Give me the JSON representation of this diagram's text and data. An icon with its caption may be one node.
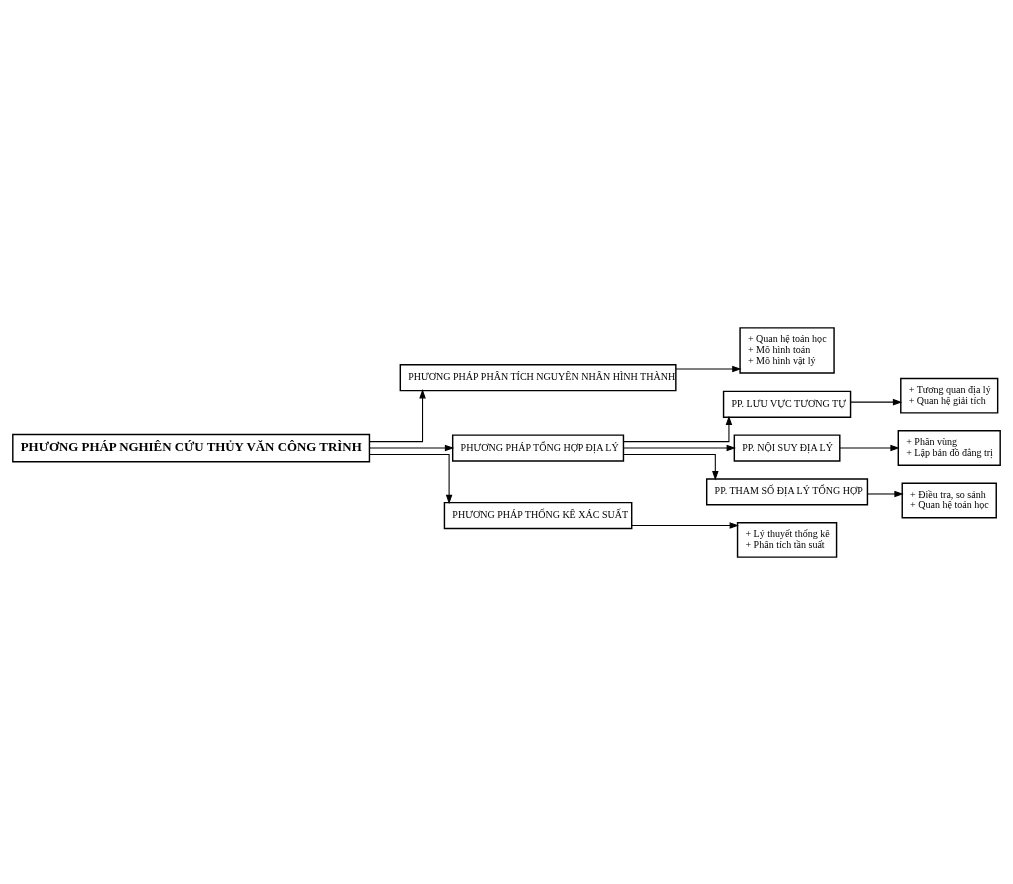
{
  "diagram": {
    "nodes": [
      {
        "text": [
          "PHƯƠNG PHÁP NGHIÊN CỨU THỦY VĂN CÔNG TRÌNH"
        ]
      },
      {
        "text": [
          "PHƯƠNG PHÁP PHÂN TÍCH NGUYÊN NHÂN HÌNH THÀNH"
        ]
      },
      {
        "text": [
          "+ Quan hệ toán học",
          "+ Mô hình toán",
          "+ Mô hình vật lý"
        ]
      },
      {
        "text": [
          "PHƯƠNG PHÁP TỔNG HỢP ĐỊA LÝ"
        ]
      },
      {
        "text": [
          "PP. LƯU VỰC TƯƠNG TỰ"
        ]
      },
      {
        "text": [
          "+ Tương quan địa lý",
          "+ Quan hệ giải tích"
        ]
      },
      {
        "text": [
          "PP. NỘI SUY ĐỊA LÝ"
        ]
      },
      {
        "text": [
          "+ Phân vùng",
          "+ Lập bản đồ đẳng trị"
        ]
      },
      {
        "text": [
          "PP. THAM SỐ ĐỊA LÝ TỔNG HỢP"
        ]
      },
      {
        "text": [
          "+ Điều tra, so sánh",
          "+ Quan hệ toán học"
        ]
      },
      {
        "text": [
          "PHƯƠNG PHÁP THỐNG KÊ XÁC SUẤT"
        ]
      },
      {
        "text": [
          "+ Lý thuyết thống kê",
          "+ Phân tích tần suất"
        ]
      }
    ],
    "edges": [
      {
        "from": 0,
        "to": 1,
        "arrow": "to"
      },
      {
        "from": 1,
        "to": 2,
        "arrow": "to"
      },
      {
        "from": 0,
        "to": 3,
        "arrow": "to"
      },
      {
        "from": 3,
        "to": 4,
        "arrow": "to"
      },
      {
        "from": 4,
        "to": 5,
        "arrow": "to"
      },
      {
        "from": 3,
        "to": 6,
        "arrow": "to"
      },
      {
        "from": 6,
        "to": 7,
        "arrow": "to"
      },
      {
        "from": 3,
        "to": 8,
        "arrow": "to"
      },
      {
        "from": 8,
        "to": 9,
        "arrow": "to"
      },
      {
        "from": 0,
        "to": 10,
        "arrow": "to"
      },
      {
        "from": 10,
        "to": 11,
        "arrow": "to"
      }
    ]
  }
}
